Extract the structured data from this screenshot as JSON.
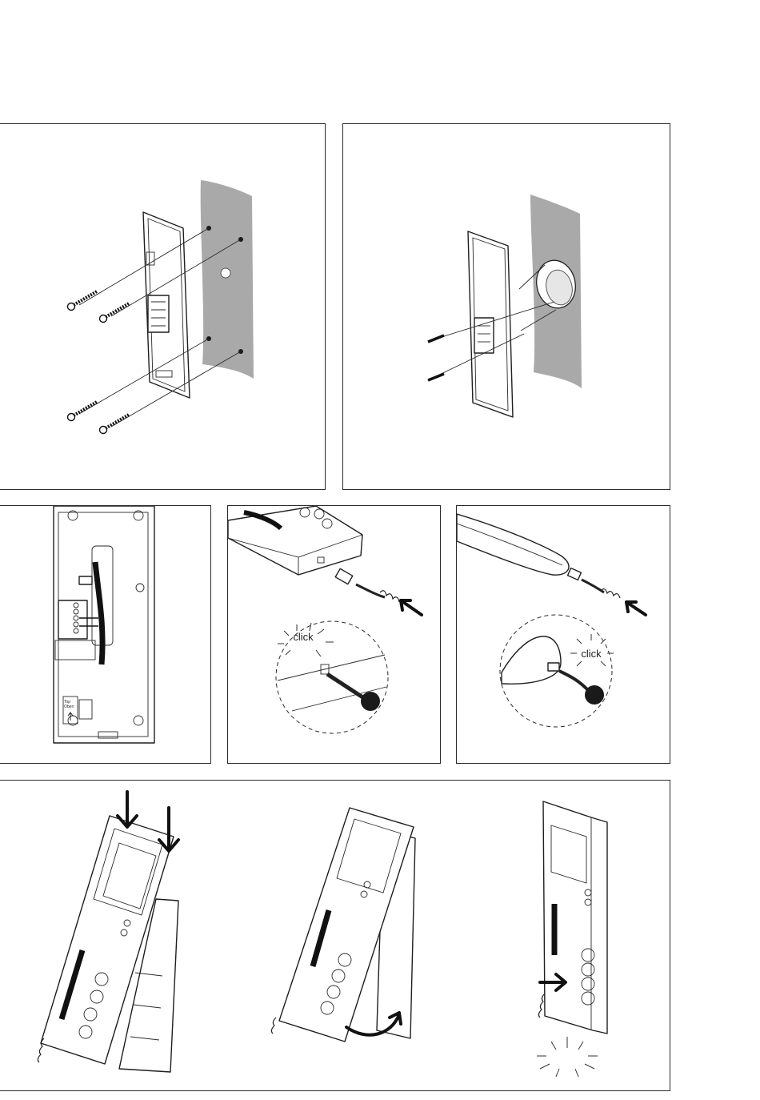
{
  "panels": {
    "wall_mount_screws": {},
    "wall_box_mount": {},
    "wiring": {
      "label_line1": "Top",
      "label_line2": "Oben"
    },
    "plug_handset_device": {
      "click_label": "click"
    },
    "plug_handset_cord": {
      "click_label": "click"
    },
    "attach_device": {}
  },
  "colors": {
    "wall": "#a9a9a9",
    "line": "#1e1e1e",
    "arrow": "#111111"
  }
}
